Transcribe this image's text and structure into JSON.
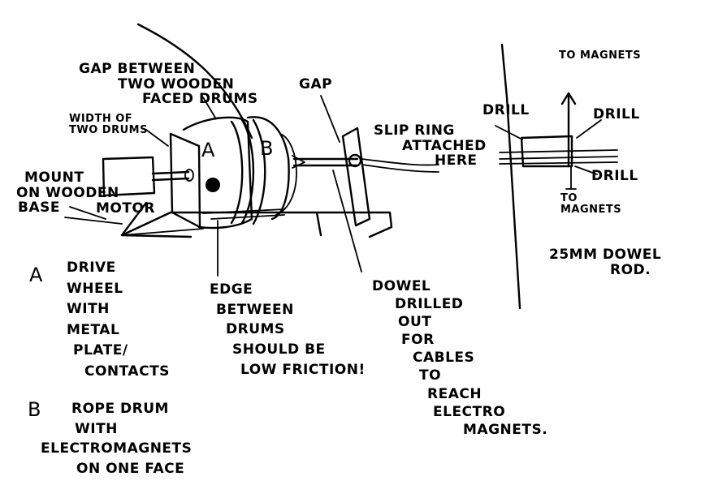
{
  "labels": {
    "gap_between_drums": [
      "GAP BETWEEN",
      "TWO WOODEN",
      "FACED DRUMS"
    ],
    "width_of_two_drums": [
      "WIDTH OF",
      "TWO DRUMS"
    ],
    "gap": "GAP",
    "slip_ring": [
      "SLIP RING",
      "ATTACHED",
      "HERE"
    ],
    "mount_on_wooden_base": [
      "MOUNT",
      "ON WOODEN",
      "BASE"
    ],
    "motor": "MOTOR",
    "drum_a": "A",
    "drum_b": "B",
    "to_magnets_top": "TO MAGNETS",
    "drill_1": "DRILL",
    "drill_2": "DRILL",
    "drill_3": "DRILL",
    "to_magnets_bottom": [
      "TO",
      "MAGNETS"
    ],
    "dowel_rod": [
      "25MM DOWEL",
      "ROD."
    ],
    "note_a": {
      "key": "A",
      "lines": [
        "DRIVE",
        "WHEEL",
        "WITH",
        "METAL",
        "PLATE/",
        "CONTACTS"
      ]
    },
    "edge_note": [
      "EDGE",
      "BETWEEN",
      "DRUMS",
      "SHOULD BE",
      "LOW FRICTION!"
    ],
    "dowel_note": [
      "DOWEL",
      "DRILLED",
      "OUT",
      "FOR",
      "CABLES",
      "TO",
      "REACH",
      "ELECTRO",
      "MAGNETS."
    ],
    "note_b": {
      "key": "B",
      "lines": [
        "ROPE DRUM",
        "WITH",
        "ELECTROMAGNETS",
        "ON ONE FACE"
      ]
    }
  }
}
